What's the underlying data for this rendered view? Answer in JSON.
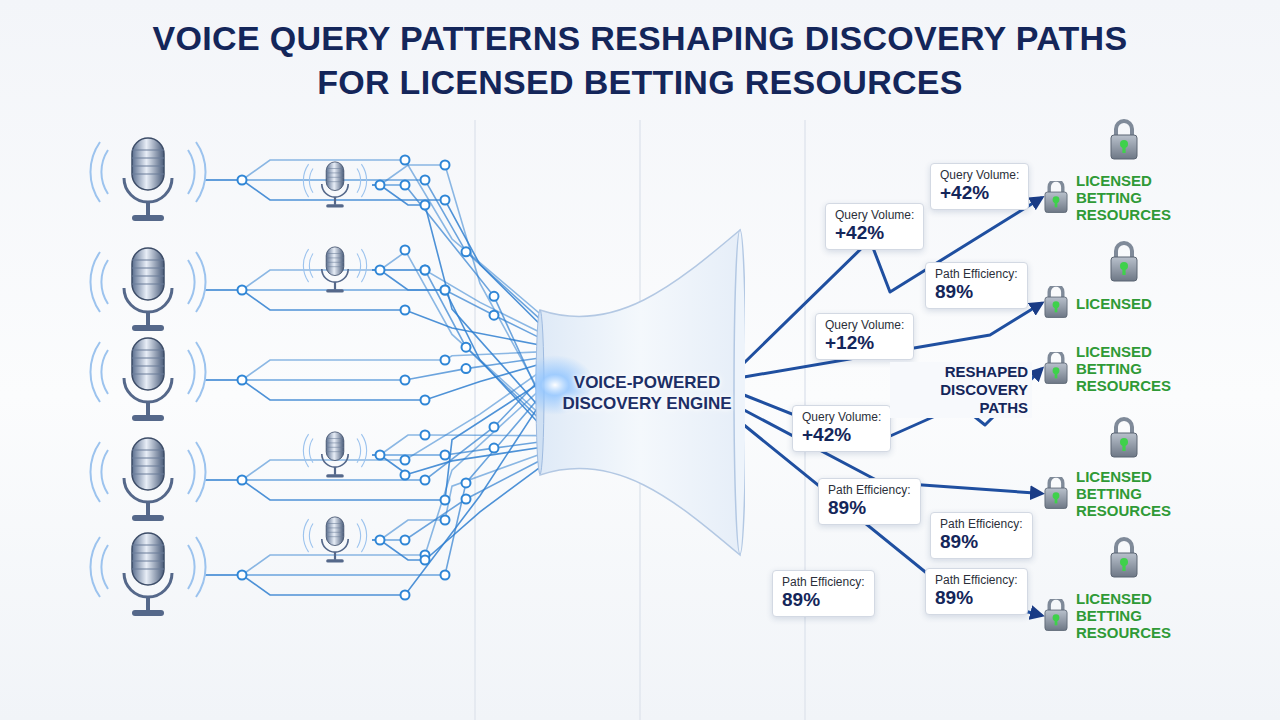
{
  "diagram": {
    "title": "VOICE QUERY PATTERNS RESHAPING DISCOVERY PATHS FOR LICENSED BETTING RESOURCES",
    "nodes": [
      {
        "text": [
          "VOICE-POWERED DISCOVERY ENGINE"
        ]
      },
      {
        "text": [
          "Query Volume:",
          "+42%"
        ]
      },
      {
        "text": [
          "Query Volume:",
          "+42%"
        ]
      },
      {
        "text": [
          "Path Efficiency:",
          "89%"
        ]
      },
      {
        "text": [
          "Query Volume:",
          "+12%"
        ]
      },
      {
        "text": [
          "Query Volume:",
          "+42%"
        ]
      },
      {
        "text": [
          "Path Efficiency:",
          "89%"
        ]
      },
      {
        "text": [
          "Path Efficiency:",
          "89%"
        ]
      },
      {
        "text": [
          "Path Efficiency:",
          "89%"
        ]
      },
      {
        "text": [
          "Path Efficiency:",
          "89%"
        ]
      },
      {
        "text": [
          "LICENSED BETTING RESOURCES"
        ]
      },
      {
        "text": [
          "LICENSED"
        ]
      },
      {
        "text": [
          "LICENSED BETTING RESOURCES"
        ]
      },
      {
        "text": [
          "LICENSED BETTING RESOURCES"
        ]
      },
      {
        "text": [
          "LICENSED BETTING RESOURCES"
        ]
      }
    ],
    "edges": [
      {
        "from": 0,
        "to": 10,
        "arrow": "to"
      },
      {
        "from": 0,
        "to": 11,
        "arrow": "to"
      },
      {
        "from": 0,
        "to": 12,
        "arrow": "to"
      },
      {
        "from": 0,
        "to": 13,
        "arrow": "to"
      },
      {
        "from": 0,
        "to": 14,
        "arrow": "to"
      }
    ],
    "labels": [
      "RESHAPED DISCOVERY PATHS"
    ]
  }
}
